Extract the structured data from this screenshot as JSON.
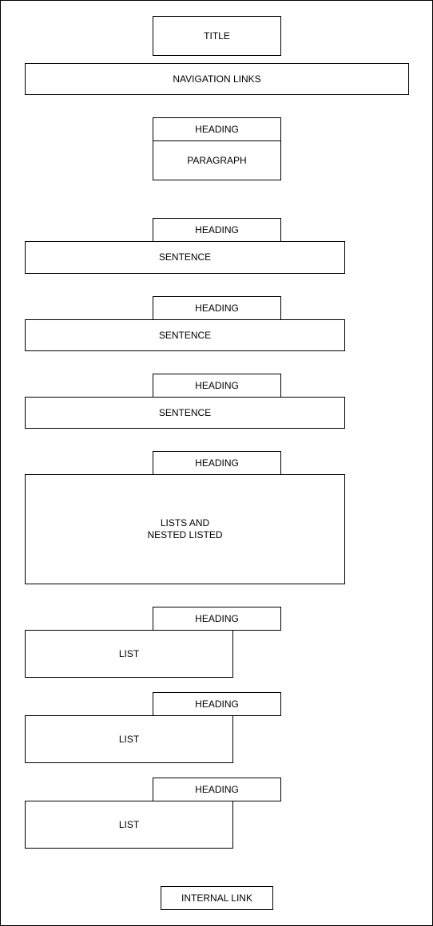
{
  "wireframe": {
    "title": "TITLE",
    "navigation": "NAVIGATION LINKS",
    "intro": {
      "heading": "HEADING",
      "content": "PARAGRAPH"
    },
    "sections": [
      {
        "heading": "HEADING",
        "content": "SENTENCE"
      },
      {
        "heading": "HEADING",
        "content": "SENTENCE"
      },
      {
        "heading": "HEADING",
        "content": "SENTENCE"
      },
      {
        "heading": "HEADING",
        "content": "LISTS AND\nNESTED LISTED"
      },
      {
        "heading": "HEADING",
        "content": "LIST"
      },
      {
        "heading": "HEADING",
        "content": "LIST"
      },
      {
        "heading": "HEADING",
        "content": "LIST"
      }
    ],
    "internal_link": "INTERNAL LINK"
  }
}
